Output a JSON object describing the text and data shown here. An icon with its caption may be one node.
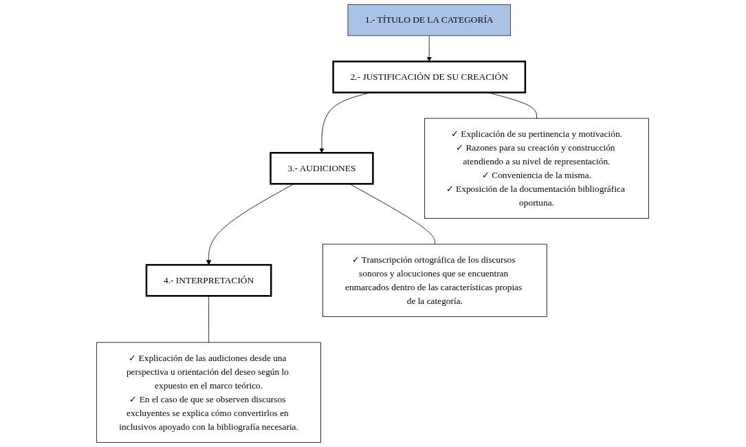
{
  "diagram": {
    "nodes": [
      {
        "text": [
          "1.- TÍTULO DE LA CATEGORÍA"
        ]
      },
      {
        "text": [
          "2.- JUSTIFICACIÓN DE SU CREACIÓN"
        ]
      },
      {
        "text": [
          "✓ Explicación de su pertinencia y motivación.",
          "✓ Razones para su creación y construcción atendiendo a su nivel de representación.",
          "✓ Conveniencia de la misma.",
          "✓ Exposición de la documentación bibliográfica oportuna."
        ]
      },
      {
        "text": [
          "3.- AUDICIONES"
        ]
      },
      {
        "text": [
          "✓ Transcripción ortográfica de los discursos sonoros y alocuciones que se encuentran enmarcados dentro de las características propias de la categoría."
        ]
      },
      {
        "text": [
          "4.- INTERPRETACIÓN"
        ]
      },
      {
        "text": [
          "✓ Explicación de las audiciones desde una perspectiva u orientación del deseo según lo expuesto en el marco teórico.",
          "✓ En el caso de que se observen discursos excluyentes se explica cómo convertirlos en inclusivos apoyado con la bibliografía necesaria."
        ]
      }
    ],
    "edges": [
      {
        "from": 0,
        "to": 1,
        "arrow": "to"
      },
      {
        "from": 1,
        "to": 2,
        "arrow": "none"
      },
      {
        "from": 1,
        "to": 3,
        "arrow": "to"
      },
      {
        "from": 3,
        "to": 4,
        "arrow": "none"
      },
      {
        "from": 3,
        "to": 5,
        "arrow": "to"
      },
      {
        "from": 5,
        "to": 6,
        "arrow": "none"
      }
    ]
  }
}
